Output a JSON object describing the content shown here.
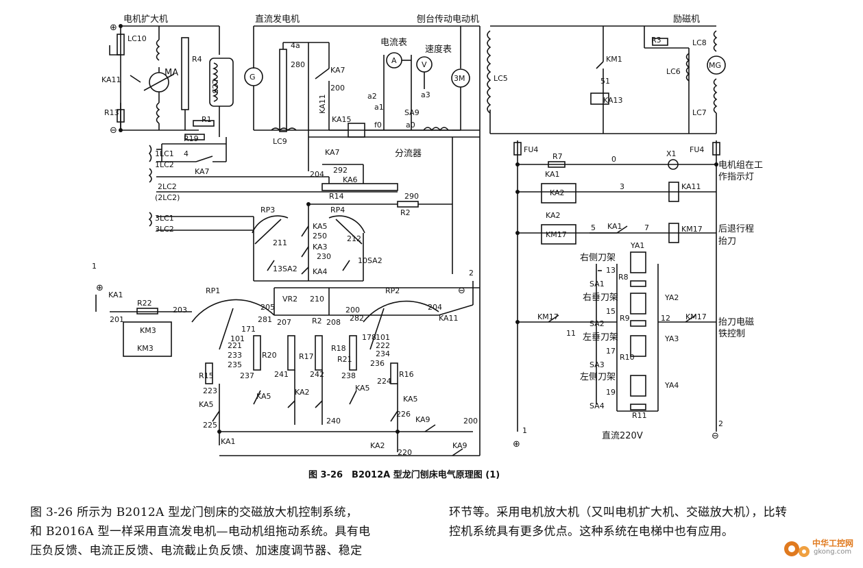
{
  "colors": {
    "ink": "#111111",
    "background": "#ffffff",
    "watermark_orange": "#e07a1f"
  },
  "labels": {
    "amplidyne": "电机扩大机",
    "dc_generator": "直流发电机",
    "table_motor": "刨台传动电动机",
    "exciter": "励磁机",
    "ammeter": "电流表",
    "tachometer": "速度表",
    "shunt": "分流器",
    "indicator_lamp_1": "电机组在工",
    "indicator_lamp_2": "作指示灯",
    "retract_1": "后退行程",
    "retract_2": "抬刀",
    "lift_mag_1": "抬刀电磁",
    "lift_mag_2": "铁控制",
    "right_side": "右侧刀架",
    "right_vert": "右垂刀架",
    "left_vert": "左垂刀架",
    "left_side": "左侧刀架",
    "dc220": "直流220V"
  },
  "components": {
    "MA": "MA",
    "G": "G",
    "M3": "3M",
    "MG": "MG",
    "A": "A",
    "V": "V",
    "LC10": "LC10",
    "LC5a": "LC5",
    "LC5b": "LC5",
    "LC6": "LC6",
    "LC7": "LC7",
    "LC8": "LC8",
    "LC9": "LC9",
    "R1": "R1",
    "R2a": "R2",
    "R2b": "R2",
    "R3": "R3",
    "R4": "R4",
    "R7": "R7",
    "R8": "R8",
    "R9": "R9",
    "R10": "R10",
    "R11": "R11",
    "R13": "R13",
    "R14": "R14",
    "R15": "R15",
    "R16": "R16",
    "R17": "R17",
    "R18": "R18",
    "R19": "R19",
    "R20": "R20",
    "R21": "R21",
    "R22": "R22",
    "RP1": "RP1",
    "RP2": "RP2",
    "RP3": "RP3",
    "RP4": "RP4",
    "KA1": "KA1",
    "KA2": "KA2",
    "KA3": "KA3",
    "KA4": "KA4",
    "KA5": "KA5",
    "KA6": "KA6",
    "KA7": "KA7",
    "KA9": "KA9",
    "KA11": "KA11",
    "KA13": "KA13",
    "KA15": "KA15",
    "KM1": "KM1",
    "KM3": "KM3",
    "KM17": "KM17",
    "SA1": "SA1",
    "SA2": "SA2",
    "SA3": "SA3",
    "SA4": "SA4",
    "SA9": "SA9",
    "SA2b": "13SA2",
    "SA2c": "10SA2",
    "YA1": "YA1",
    "YA2": "YA2",
    "YA3": "YA3",
    "YA4": "YA4",
    "VR2": "VR2",
    "FU4": "FU4",
    "X1": "X1",
    "LC1": "1LC1",
    "LC1b": "1LC2",
    "LC2": "2LC2",
    "LC2b": "(2LC2)",
    "LC3": "3LC1",
    "LC3b": "3LC2"
  },
  "nodes": {
    "n4a": "4a",
    "n280": "280",
    "n200a": "200",
    "n200b": "200",
    "n200c": "200",
    "n204a": "204",
    "n204b": "204",
    "n292": "292",
    "n290": "290",
    "n250": "250",
    "n230": "230",
    "n211": "211",
    "n212": "212",
    "n210": "210",
    "n205": "205",
    "n203": "203",
    "n201": "201",
    "n281": "281",
    "n282": "282",
    "n207": "207",
    "n208": "208",
    "n171": "171",
    "n101a": "101",
    "n101b": "101",
    "n178": "178",
    "n221": "221",
    "n222": "222",
    "n233": "233",
    "n234": "234",
    "n235": "235",
    "n236": "236",
    "n237": "237",
    "n238": "238",
    "n241": "241",
    "n242": "242",
    "n223": "223",
    "n224": "224",
    "n225": "225",
    "n226": "226",
    "n240": "240",
    "n220": "220",
    "n4": "4",
    "n0": "0",
    "n3": "3",
    "n5": "5",
    "n7": "7",
    "n11": "11",
    "n12": "12",
    "n13": "13",
    "n15": "15",
    "n17": "17",
    "n19": "19",
    "n51": "51",
    "a0": "a0",
    "a1": "a1",
    "a2": "a2",
    "a3": "a3",
    "f0": "f0",
    "t1a": "1",
    "t2a": "2",
    "t1b": "1",
    "t2b": "2"
  },
  "caption": "图 3-26　B2012A 型龙门刨床电气原理图 (1)",
  "paragraph": {
    "left_line1": "图 3-26 所示为 B2012A 型龙门刨床的交磁放大机控制系统，",
    "left_line2": "和 B2016A 型一样采用直流发电机—电动机组拖动系统。具有电",
    "left_line3": "压负反馈、电流正反馈、电流截止负反馈、加速度调节器、稳定",
    "right_line1": "环节等。采用电机放大机（又叫电机扩大机、交磁放大机），比转",
    "right_line2": "控机系统具有更多优点。这种系统在电梯中也有应用。"
  },
  "watermark": {
    "text1": "中华工控网",
    "text2": "gkong.com"
  }
}
